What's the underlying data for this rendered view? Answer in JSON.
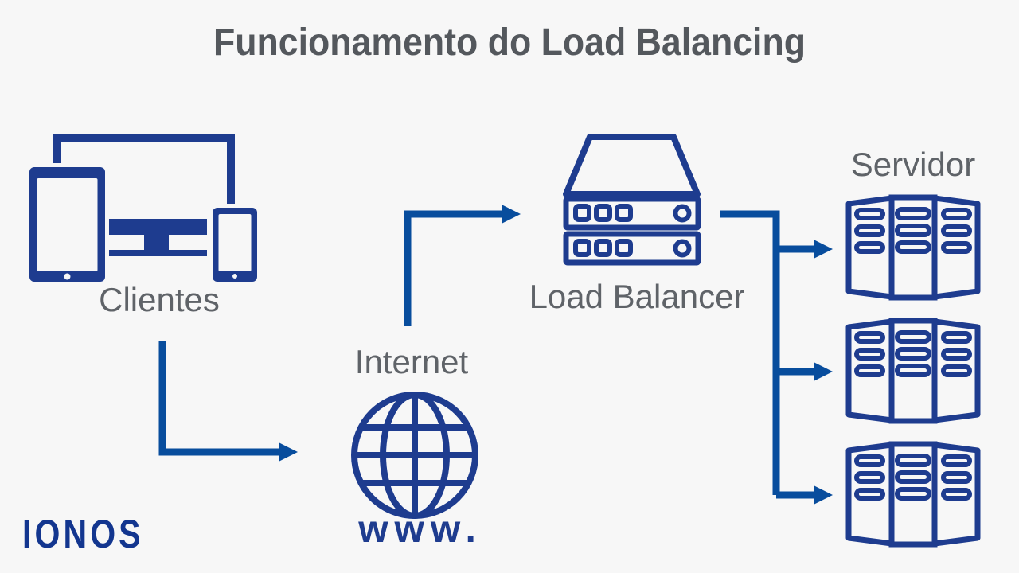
{
  "title": "Funcionamento do Load Balancing",
  "colors": {
    "background": "#f7f7f7",
    "icon_blue": "#1e3c8f",
    "arrow_blue": "#084d9d",
    "title_gray": "#54585d",
    "label_gray": "#5f6368",
    "brand_blue": "#13368f"
  },
  "nodes": {
    "clients": {
      "label": "Clientes",
      "icon": "devices-icon"
    },
    "internet": {
      "label": "Internet",
      "caption": "www.",
      "icon": "globe-icon"
    },
    "load_balancer": {
      "label": "Load Balancer",
      "icon": "load-balancer-icon"
    },
    "servers": {
      "label": "Servidor",
      "icon": "server-rack-icon",
      "count": 3
    }
  },
  "edges": [
    {
      "from": "Clientes",
      "to": "Internet"
    },
    {
      "from": "Internet",
      "to": "Load Balancer"
    },
    {
      "from": "Load Balancer",
      "to": "Servidor 1"
    },
    {
      "from": "Load Balancer",
      "to": "Servidor 2"
    },
    {
      "from": "Load Balancer",
      "to": "Servidor 3"
    }
  ],
  "brand": {
    "logo_text": "IONOS"
  }
}
